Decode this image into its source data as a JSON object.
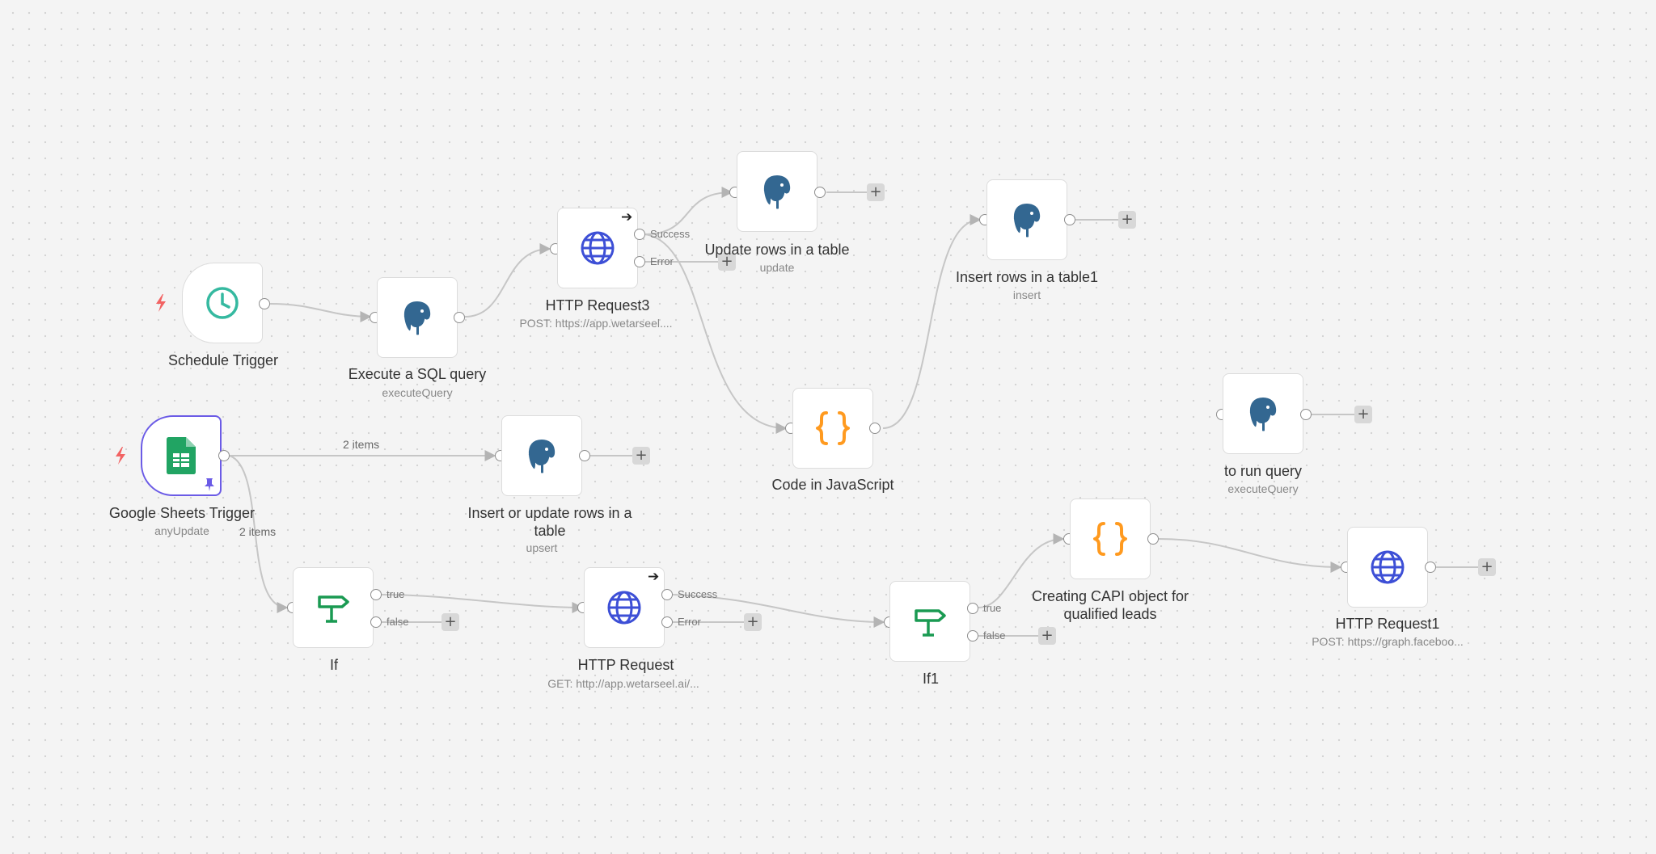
{
  "canvas": {
    "accent": "#6b5be6",
    "trigger_bolt_color": "#f26363"
  },
  "nodes": {
    "schedule": {
      "title": "Schedule Trigger",
      "icon": "clock-icon"
    },
    "sql": {
      "title": "Execute a SQL query",
      "sub": "executeQuery",
      "icon": "postgres-elephant-icon"
    },
    "http3": {
      "title": "HTTP Request3",
      "sub": "POST: https://app.wetarseel....",
      "icon": "globe-icon",
      "out_success": "Success",
      "out_error": "Error"
    },
    "update_rows": {
      "title": "Update rows in a table",
      "sub": "update",
      "icon": "postgres-elephant-icon"
    },
    "insert_rows1": {
      "title": "Insert rows in a table1",
      "sub": "insert",
      "icon": "postgres-elephant-icon"
    },
    "code_js": {
      "title": "Code in JavaScript",
      "icon": "code-braces-icon"
    },
    "run_query": {
      "title": "to run query",
      "sub": "executeQuery",
      "icon": "postgres-elephant-icon"
    },
    "sheets": {
      "title": "Google Sheets Trigger",
      "sub": "anyUpdate",
      "icon": "google-sheets-icon"
    },
    "upsert": {
      "title": "Insert or update rows in a table",
      "sub": "upsert",
      "icon": "postgres-elephant-icon"
    },
    "if": {
      "title": "If",
      "icon": "signpost-icon",
      "out_true": "true",
      "out_false": "false"
    },
    "http": {
      "title": "HTTP Request",
      "sub": "GET: http://app.wetarseel.ai/...",
      "icon": "globe-icon",
      "out_success": "Success",
      "out_error": "Error"
    },
    "if1": {
      "title": "If1",
      "icon": "signpost-icon",
      "out_true": "true",
      "out_false": "false"
    },
    "capi": {
      "title": "Creating CAPI object for qualified leads",
      "icon": "code-braces-icon"
    },
    "http1": {
      "title": "HTTP Request1",
      "sub": "POST: https://graph.faceboo...",
      "icon": "globe-icon"
    }
  },
  "edges": {
    "sheets_to_upsert": "2 items",
    "sheets_to_if": "2 items"
  },
  "plus_label": "+",
  "arrow_glyph": "➔"
}
